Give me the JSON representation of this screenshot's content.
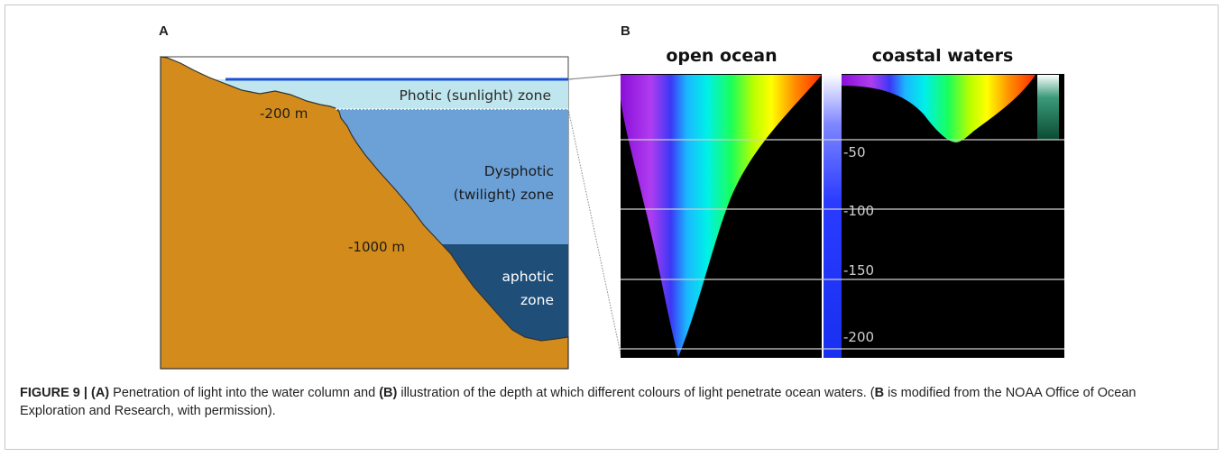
{
  "panel_a": {
    "letter": "A",
    "zones": {
      "photic": "Photic (sunlight) zone",
      "dysphotic_line1": "Dysphotic",
      "dysphotic_line2": "(twilight) zone",
      "aphotic_line1": "aphotic",
      "aphotic_line2": "zone"
    },
    "depth_labels": [
      "-200 m",
      "-1000 m"
    ],
    "colors": {
      "seafloor": "#d38c1c",
      "photic": "#bfe6ee",
      "dysphotic": "#6ca1d8",
      "aphotic": "#1f4e79",
      "surface_line": "#1a4fd6"
    }
  },
  "panel_b": {
    "letter": "B",
    "titles": [
      "open ocean",
      "coastal waters"
    ],
    "depth_ticks": [
      "-50",
      "-100",
      "-150",
      "-200"
    ],
    "background": "#000000"
  },
  "caption": {
    "figure_label": "FIGURE 9 |",
    "a_label": "(A)",
    "text1": " Penetration of light into the water column and ",
    "b_label": "(B)",
    "text2": " illustration of the depth at which different colours of light penetrate ocean waters. (",
    "b_letter": "B",
    "text3": " is modified from the NOAA Office of Ocean Exploration and Research, with permission)."
  }
}
